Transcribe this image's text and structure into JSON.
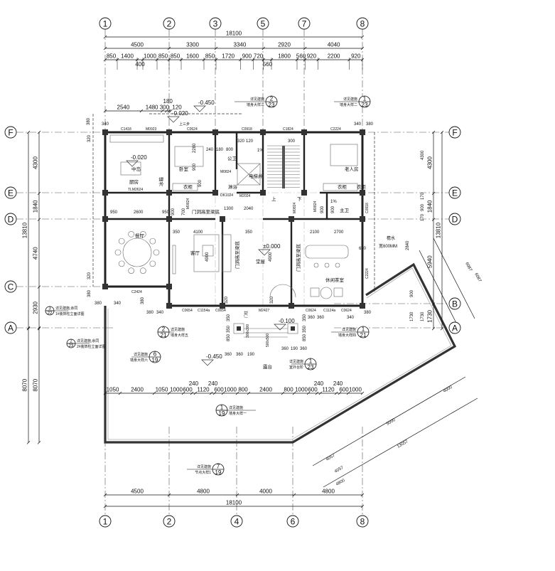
{
  "grid": {
    "top": [
      "1",
      "2",
      "3",
      "5",
      "7",
      "8"
    ],
    "bottom": [
      "1",
      "2",
      "4",
      "6",
      "8"
    ],
    "left": [
      "F",
      "E",
      "D",
      "C",
      "A"
    ],
    "right": [
      "F",
      "E",
      "D",
      "B",
      "A"
    ]
  },
  "dims": {
    "top_total": [
      18100
    ],
    "top_axis": [
      4500,
      3300,
      3340,
      2920,
      4040
    ],
    "top_detail": [
      850,
      1400,
      400,
      1000,
      850,
      850,
      1600,
      850,
      1720,
      900,
      720,
      560,
      1800,
      560,
      920,
      2200,
      920
    ],
    "top_local": [
      2540,
      1480,
      300,
      180,
      120
    ],
    "left_total": [
      13810
    ],
    "left_axis": [
      4300,
      1840,
      4740,
      2930
    ],
    "left_lower": [
      8070
    ],
    "left_lower_inner": [
      8070
    ],
    "right_total": [
      13810
    ],
    "right_axis": [
      4300,
      1840,
      5940,
      1730
    ],
    "terrace": [
      1050,
      2400,
      1050,
      1000,
      600,
      240,
      1120,
      240,
      600,
      1000,
      800,
      2400,
      800,
      1000,
      600,
      240,
      1120,
      240,
      600,
      1000
    ],
    "bottom_axis": [
      4500,
      4800,
      4000,
      4800
    ],
    "bottom_total": [
      18100
    ]
  },
  "free_dims": [
    "380",
    "340",
    "340",
    "380",
    "320",
    "320",
    "380",
    "380",
    "340",
    "950",
    "2600",
    "950",
    "1300",
    "2040",
    "350",
    "4100",
    "350",
    "4900",
    "4900",
    "2100",
    "2700",
    "600",
    "2280",
    "900",
    "900",
    "240",
    "180",
    "800",
    "320",
    "120",
    "300",
    "900",
    "900",
    "700",
    "900",
    "320",
    "320",
    "380",
    "340",
    "380",
    "340",
    "380",
    "360",
    "360",
    "350",
    "850",
    "350",
    "350",
    "850",
    "350",
    "360",
    "360",
    "190",
    "190",
    "360",
    "360",
    "2840",
    "4300",
    "170",
    "900",
    "170",
    "900",
    "1730",
    "1730",
    "6087",
    "6087",
    "4057",
    "5000",
    "4000",
    "13057",
    "4057",
    "4800",
    "1%",
    "1%"
  ],
  "rooms": [
    "中岛",
    "厨房",
    "卧室",
    "衣柜",
    "冰箱",
    "公卫",
    "淋浴",
    "电梯井",
    "上",
    "下",
    "老人房",
    "衣柜",
    "主卫",
    "餐厅",
    "客厅",
    "堂屋",
    "休闲茶室",
    "门洞高至梁底",
    "门洞高至梁底",
    "门洞高至梁底",
    "露台",
    "衣柜"
  ],
  "door_codes": [
    "C1418",
    "M0923",
    "C0624",
    "C0918",
    "C1824",
    "C2224",
    "TLM2624",
    "M0824",
    "DK1024",
    "M2024",
    "M0824",
    "M0824",
    "C0918",
    "C2224",
    "C2424",
    "C0654",
    "C1154a",
    "C0654",
    "M2427",
    "C0624",
    "C1124a",
    "C0624",
    "M0824",
    "上三步"
  ],
  "elevations": [
    "-0.450",
    "-0.020",
    "-0.020",
    "±0.000",
    "-0.100",
    "-0.450"
  ],
  "notes": [
    "檐水",
    "宽600MM",
    "门柱",
    "300x300",
    "500x500"
  ],
  "callouts": [
    {
      "num": "2",
      "den": "23",
      "line1": "详见建施",
      "line2": "墙身大样三"
    },
    {
      "num": "1",
      "den": "23",
      "line1": "详见建施",
      "line2": "墙身大样二"
    },
    {
      "num": "2",
      "den": "21",
      "line1": "详见建施",
      "line2": "墙身大样五"
    },
    {
      "num": "1",
      "den": "21",
      "line1": "详见建施",
      "line2": "墙身大样四"
    },
    {
      "num": "6",
      "den": "19",
      "line1": "详见建施",
      "line2": "墙身大样六"
    },
    {
      "num": "1",
      "den": "23",
      "line1": "详见建施",
      "line2": "室外台阶"
    },
    {
      "num": "1",
      "den": "19",
      "line1": "详见建施",
      "line2": "墙身大样一"
    },
    {
      "num": "7",
      "den": "19",
      "line1": "详见建施",
      "line2": "节点大样1"
    },
    {
      "num": "3",
      "den": "22",
      "line1": "详见建施,余同",
      "line2": "1#装饰柱立面详图"
    },
    {
      "num": "2",
      "den": "23",
      "line1": "详见建施,余同",
      "line2": "2#装饰柱立面详图"
    }
  ]
}
